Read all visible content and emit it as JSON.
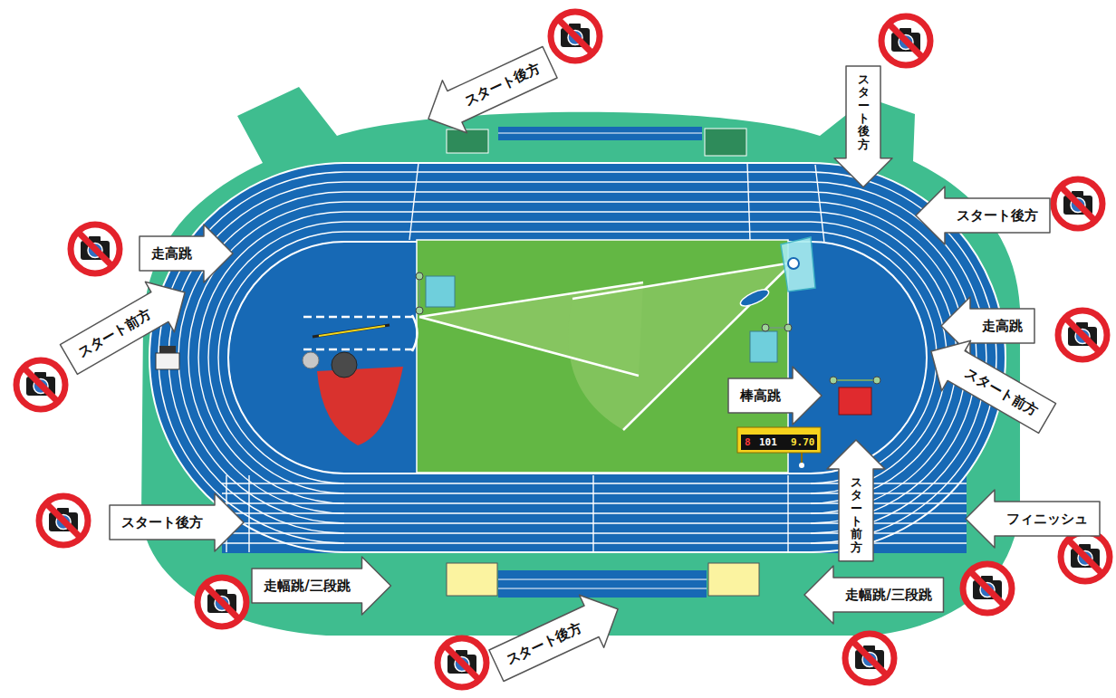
{
  "diagram": {
    "nodes": [
      {
        "text": [
          "スタート後方"
        ]
      },
      {
        "text": [
          "スタート後方"
        ]
      },
      {
        "text": [
          "走高跳"
        ]
      },
      {
        "text": [
          "スタート後方"
        ]
      },
      {
        "text": [
          "スタート前方"
        ]
      },
      {
        "text": [
          "走高跳"
        ]
      },
      {
        "text": [
          "棒高跳"
        ]
      },
      {
        "text": [
          "スタート前方"
        ]
      },
      {
        "text": [
          "スタート前方"
        ]
      },
      {
        "text": [
          "スタート後方"
        ]
      },
      {
        "text": [
          "フィニッシュ"
        ]
      },
      {
        "text": [
          "走幅跳/三段跳"
        ]
      },
      {
        "text": [
          "走幅跳/三段跳"
        ]
      },
      {
        "text": [
          "スタート後方"
        ]
      }
    ],
    "labels": [
      "8",
      "101",
      "9.70"
    ]
  }
}
